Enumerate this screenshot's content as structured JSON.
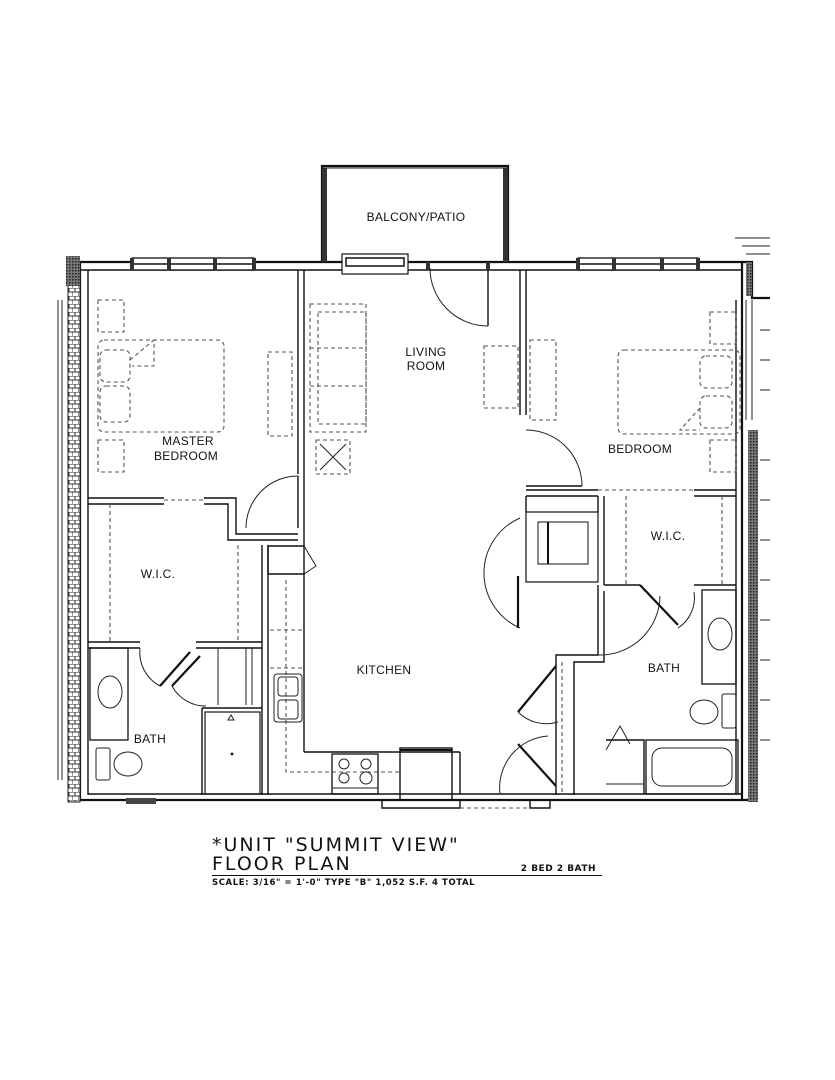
{
  "title_block": {
    "unit_name": "*UNIT \"SUMMIT VIEW\"",
    "subtitle": "FLOOR PLAN",
    "bed_bath": "2 BED 2 BATH",
    "specs": "SCALE: 3/16\" = 1'-0\"  TYPE \"B\"  1,052 S.F.  4 TOTAL"
  },
  "rooms": {
    "balcony": "BALCONY/PATIO",
    "living_line1": "LIVING",
    "living_line2": "ROOM",
    "master_line1": "MASTER",
    "master_line2": "BEDROOM",
    "bedroom": "BEDROOM",
    "wic_left": "W.I.C.",
    "wic_right": "W.I.C.",
    "kitchen": "KITCHEN",
    "bath_left": "BATH",
    "bath_right": "BATH"
  },
  "colors": {
    "line": "#111111",
    "background": "#ffffff",
    "furniture_dash": "#555555"
  }
}
